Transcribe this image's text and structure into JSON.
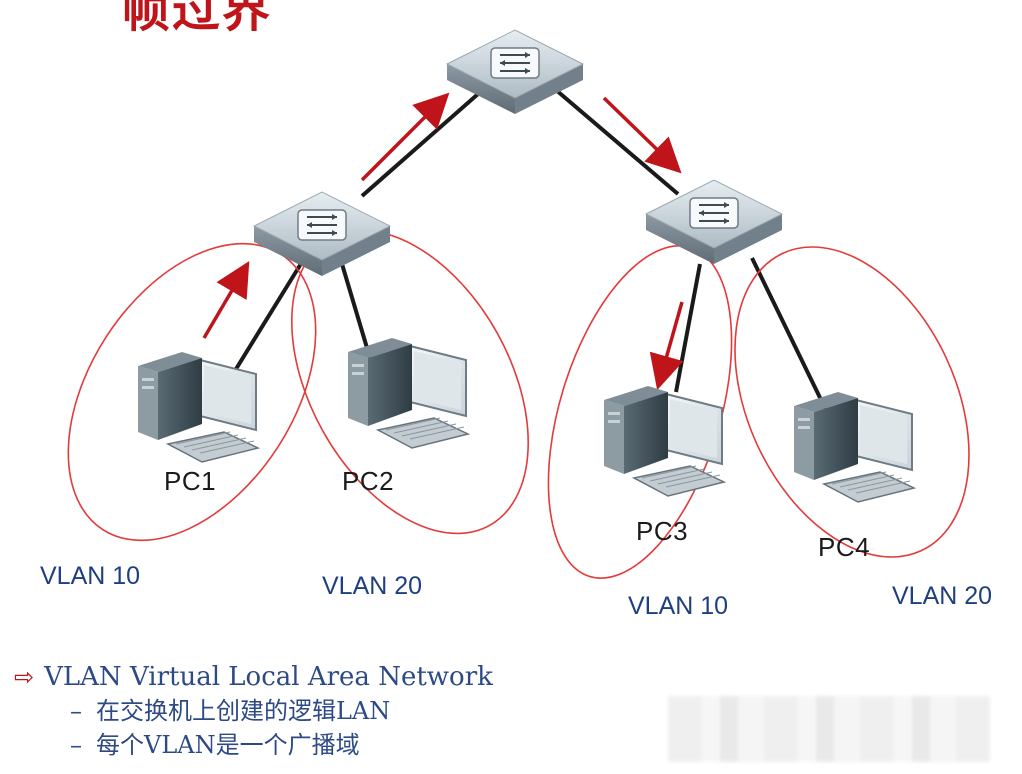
{
  "title_fragment": "帧过界",
  "nodes": {
    "core_switch": "core-switch",
    "left_switch": "access-switch-left",
    "right_switch": "access-switch-right"
  },
  "pcs": [
    "PC1",
    "PC2",
    "PC3",
    "PC4"
  ],
  "vlan_labels": [
    "VLAN 10",
    "VLAN 20",
    "VLAN 10",
    "VLAN 20"
  ],
  "colors": {
    "accent": "#c0141b",
    "vlan_text": "#1f3f80",
    "link": "#1a1a1a",
    "ellipse": "#e33a3a"
  },
  "bullets": {
    "main": "VLAN Virtual Local Area Network",
    "sub": [
      "在交换机上创建的逻辑LAN",
      "每个VLAN是一个广播域"
    ]
  }
}
